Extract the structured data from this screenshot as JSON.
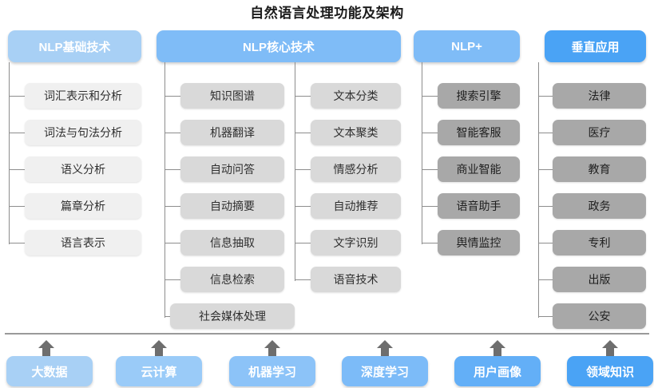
{
  "title": "自然语言处理功能及架构",
  "colors": {
    "header_basic": "#a8d0f5",
    "header_core": "#7fbcf7",
    "header_plus": "#7fbcf7",
    "header_vertical": "#4aa3f5",
    "node_light": "#f0f0f0",
    "node_mid": "#d9d9d9",
    "node_dark": "#a8a8a8",
    "connector": "#8d8d8d",
    "baseline": "#9a9a9a",
    "arrow": "#6e6e6e"
  },
  "columns": [
    {
      "id": "nlp-basic",
      "header": "NLP基础技术",
      "tone": "tone-light",
      "items": [
        "词汇表示和分析",
        "词法与句法分析",
        "语义分析",
        "篇章分析",
        "语言表示"
      ]
    },
    {
      "id": "nlp-core",
      "header": "NLP核心技术",
      "tone": "tone-mid",
      "items_left": [
        "知识图谱",
        "机器翻译",
        "自动问答",
        "自动摘要",
        "信息抽取",
        "信息检索",
        "社会媒体处理"
      ],
      "items_right": [
        "文本分类",
        "文本聚类",
        "情感分析",
        "自动推荐",
        "文字识别",
        "语音技术"
      ]
    },
    {
      "id": "nlp-plus",
      "header": "NLP+",
      "tone": "tone-dark",
      "items": [
        "搜索引擎",
        "智能客服",
        "商业智能",
        "语音助手",
        "舆情监控"
      ]
    },
    {
      "id": "vertical-app",
      "header": "垂直应用",
      "tone": "tone-dark",
      "items": [
        "法律",
        "医疗",
        "教育",
        "政务",
        "专利",
        "出版",
        "公安"
      ]
    }
  ],
  "foundation": {
    "items": [
      {
        "label": "大数据",
        "color": "#a8d0f5"
      },
      {
        "label": "云计算",
        "color": "#9acbf8"
      },
      {
        "label": "机器学习",
        "color": "#8cc3f8"
      },
      {
        "label": "深度学习",
        "color": "#7cbbf8"
      },
      {
        "label": "用户画像",
        "color": "#63aff7"
      },
      {
        "label": "领域知识",
        "color": "#4aa3f5"
      }
    ]
  }
}
